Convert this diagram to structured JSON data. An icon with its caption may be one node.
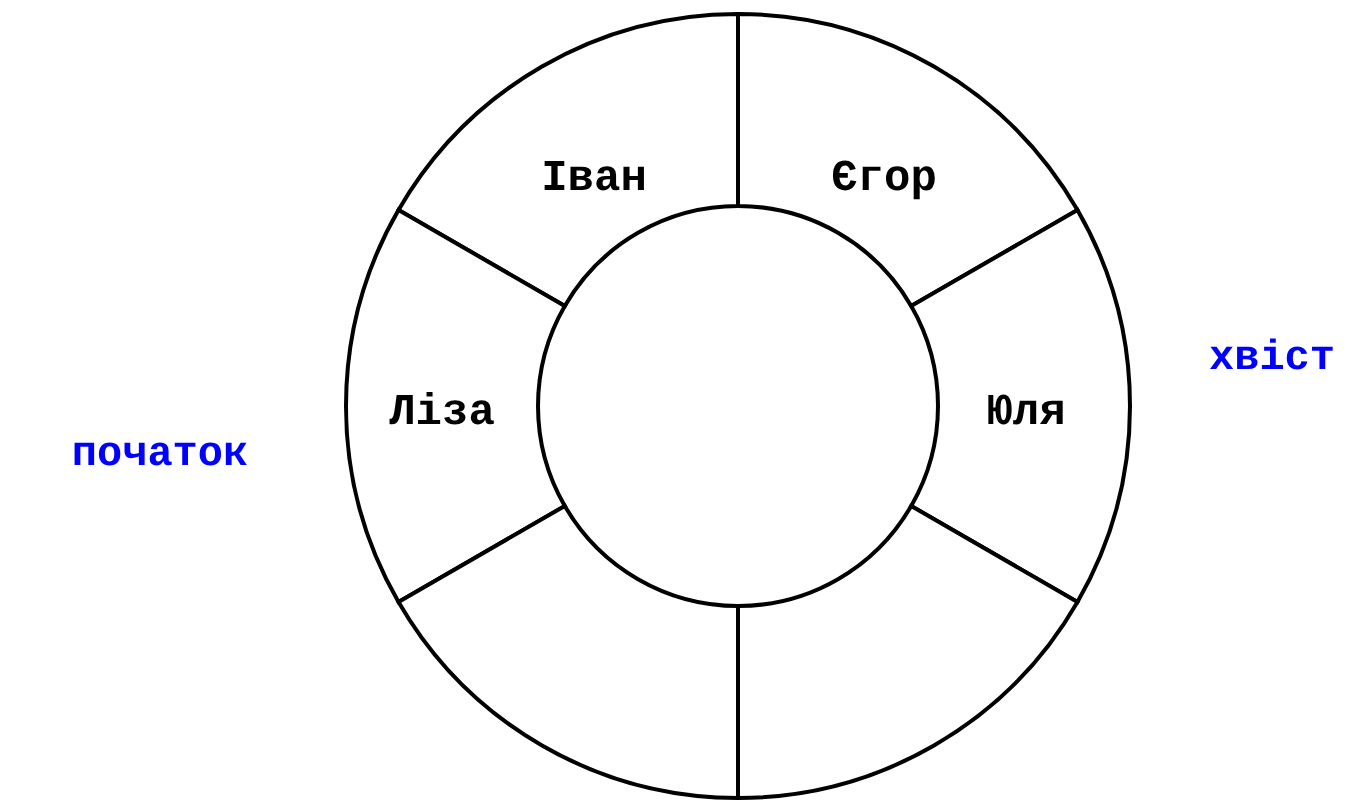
{
  "diagram": {
    "nodes": [
      {
        "text": [
          "Іван"
        ]
      },
      {
        "text": [
          "Єгор"
        ]
      },
      {
        "text": [
          "Ліза"
        ]
      },
      {
        "text": [
          "Юля"
        ]
      },
      {
        "text": [],
        "shape": "box"
      },
      {
        "text": [],
        "shape": "box"
      }
    ],
    "labels": [
      "початок",
      "хвіст"
    ]
  }
}
